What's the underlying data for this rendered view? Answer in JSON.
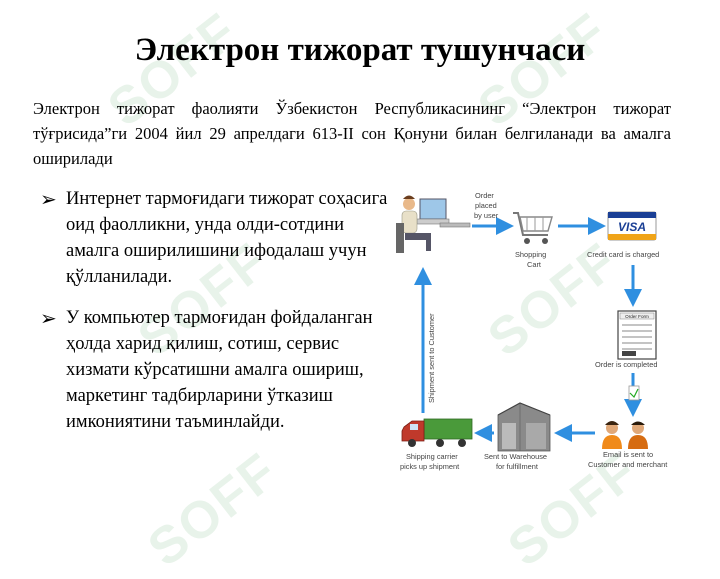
{
  "slide": {
    "title": "Электрон тижорат тушунчаси",
    "intro": "Электрон тижорат фаолияти Ўзбекистон Республикасининг “Электрон тижорат тўғрисида”ги 2004 йил 29 апрелдаги 613-II сон Қонуни билан белгиланади ва амалга оширилади",
    "bullets": [
      "Интернет тармоғидаги тижорат соҳасига оид фаолликни, унда олди-сотдини амалга оширилишини ифодалаш учун қўлланилади.",
      "У компьютер тармоғидан фойдаланган ҳолда харид қилиш, сотиш, сервис хизмати кўрсатишни амалга ошириш, маркетинг тадбирларини ўтказиш имкониятини таъминлайди."
    ],
    "watermark": "SOFF"
  },
  "diagram": {
    "order_label": [
      "Order",
      "placed",
      "by user"
    ],
    "cart_label": [
      "Shopping",
      "Cart"
    ],
    "card_label": "Credit card is charged",
    "visa": "VISA",
    "form_title": "Order Form",
    "order_complete": "Order is completed",
    "email_label": [
      "Email is sent to",
      "Customer and merchant"
    ],
    "warehouse_label": [
      "Sent to Warehouse",
      "for fulfillment"
    ],
    "carrier_label": [
      "Shipping carrier",
      "picks up shipment"
    ],
    "shipment_label": "Shipment sent to Customer"
  },
  "colors": {
    "arrow": "#2f8fe0",
    "watermark": "#e8f3ea",
    "truck_cab": "#c0392b",
    "truck_box": "#4a9a3a"
  }
}
